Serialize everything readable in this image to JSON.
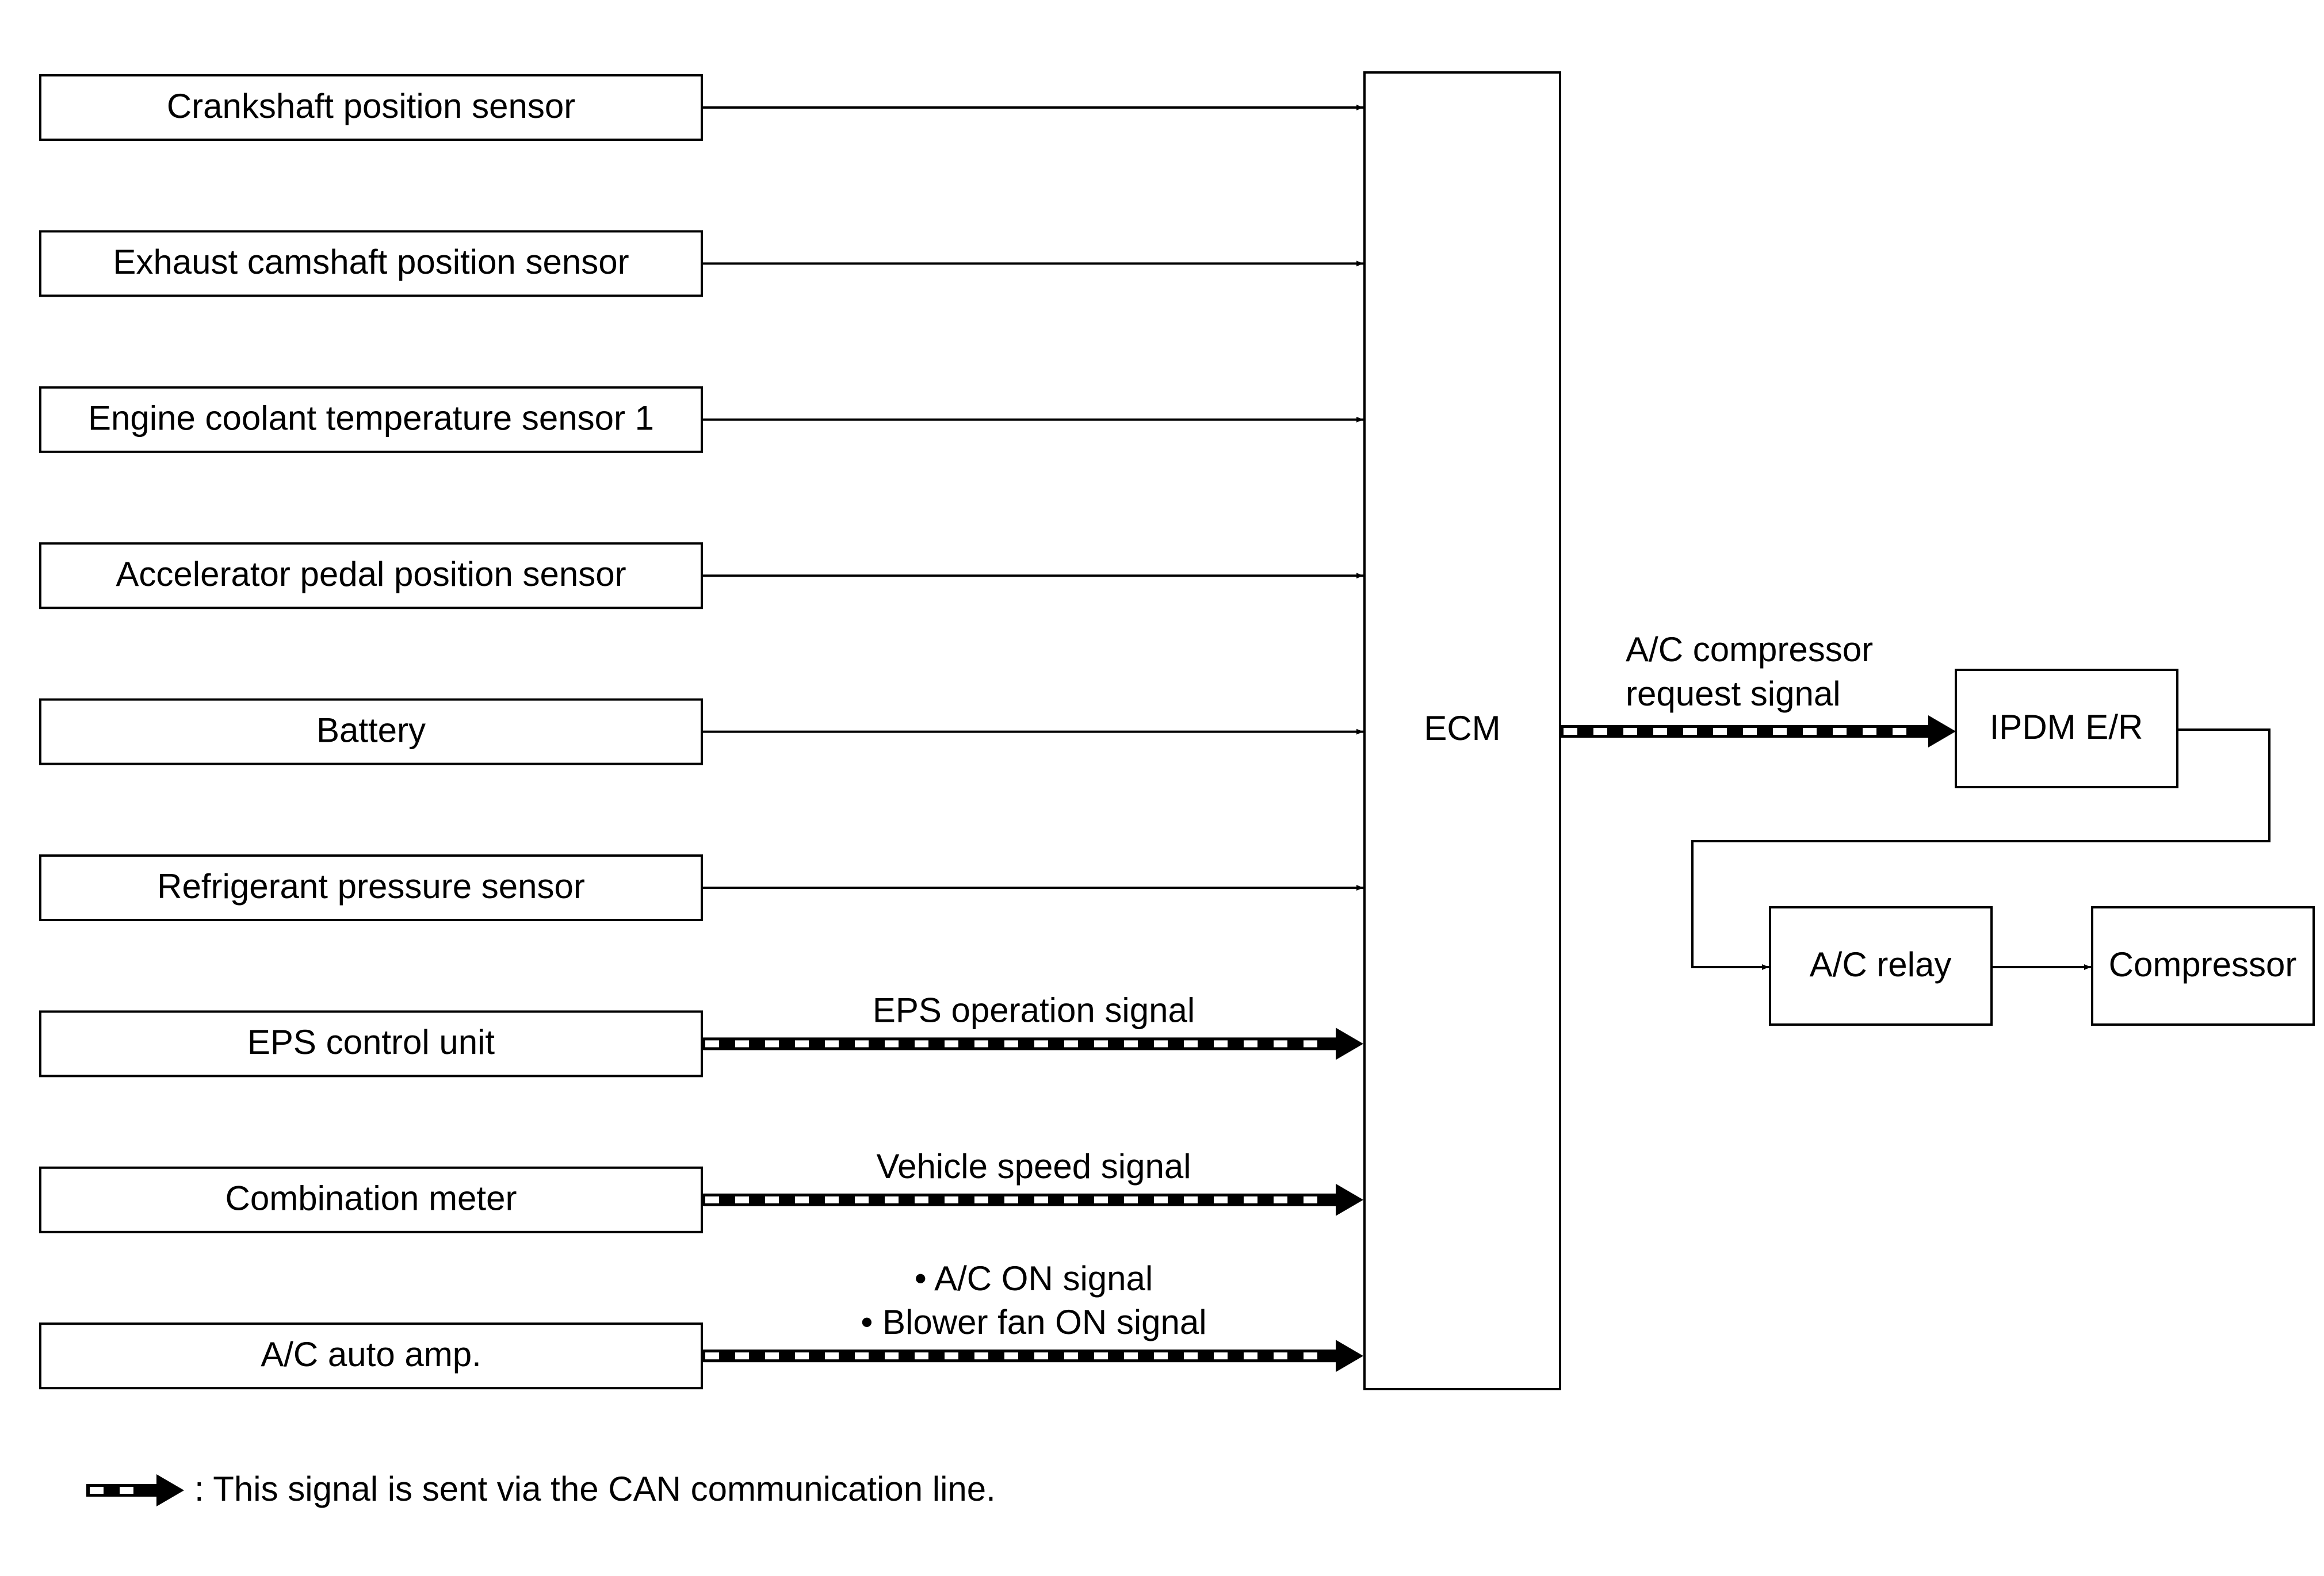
{
  "inputs": [
    {
      "label": "Crankshaft position sensor",
      "signal": [],
      "can": false
    },
    {
      "label": "Exhaust camshaft position sensor",
      "signal": [],
      "can": false
    },
    {
      "label": "Engine coolant temperature sensor 1",
      "signal": [],
      "can": false
    },
    {
      "label": "Accelerator pedal position sensor",
      "signal": [],
      "can": false
    },
    {
      "label": "Battery",
      "signal": [],
      "can": false
    },
    {
      "label": "Refrigerant pressure sensor",
      "signal": [],
      "can": false
    },
    {
      "label": "EPS control unit",
      "signal": [
        "EPS operation signal"
      ],
      "can": true
    },
    {
      "label": "Combination meter",
      "signal": [
        "Vehicle speed signal"
      ],
      "can": true
    },
    {
      "label": "A/C auto amp.",
      "signal": [
        "• A/C ON signal",
        "• Blower fan ON signal"
      ],
      "can": true
    }
  ],
  "ecm": {
    "label": "ECM"
  },
  "compressor_request": {
    "lines": [
      "A/C compressor",
      "request signal"
    ]
  },
  "ipdm": {
    "label": "IPDM E/R"
  },
  "ac_relay": {
    "label": "A/C relay"
  },
  "compressor": {
    "label": "Compressor"
  },
  "legend": {
    "text": ": This signal is sent via the CAN communication line."
  },
  "colors": {
    "line": "#000000",
    "background": "#ffffff",
    "can_dash_light": "#ffffff",
    "can_dash_dark": "#000000"
  }
}
